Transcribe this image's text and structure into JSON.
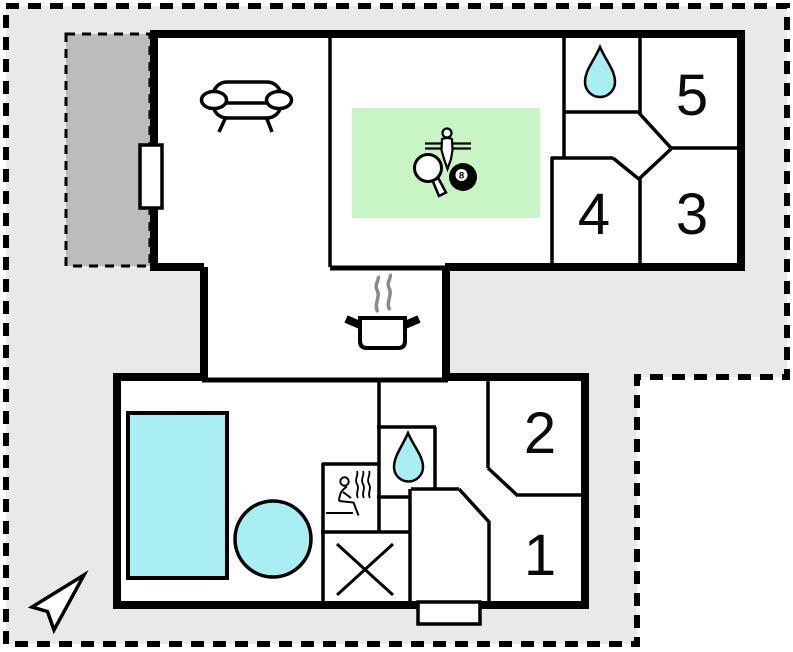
{
  "floorplan": {
    "name": "holiday-home-floor-plan",
    "colors": {
      "outdoor": "#e9e9e9",
      "terrace": "#bcbcbc",
      "water": "#a8eef2",
      "activity": "#c9f4c4",
      "steam": "#8a8a8a",
      "wall": "#000000",
      "paper": "#ffffff"
    },
    "labels": {
      "room5": "5",
      "room3": "3",
      "room4": "4",
      "room2": "2",
      "room1": "1",
      "billiard_ball": "8"
    },
    "icons": {
      "sofa": "sofa",
      "stove": "steaming-pot",
      "bathroom_upper": "water-drop",
      "bathroom_lower": "water-drop",
      "table_tennis": "table-tennis-paddle",
      "foosball": "foosball-player",
      "billiards": "eight-ball",
      "sauna": "sauna-person",
      "utility": "crossed-box",
      "compass": "north-arrow"
    }
  }
}
